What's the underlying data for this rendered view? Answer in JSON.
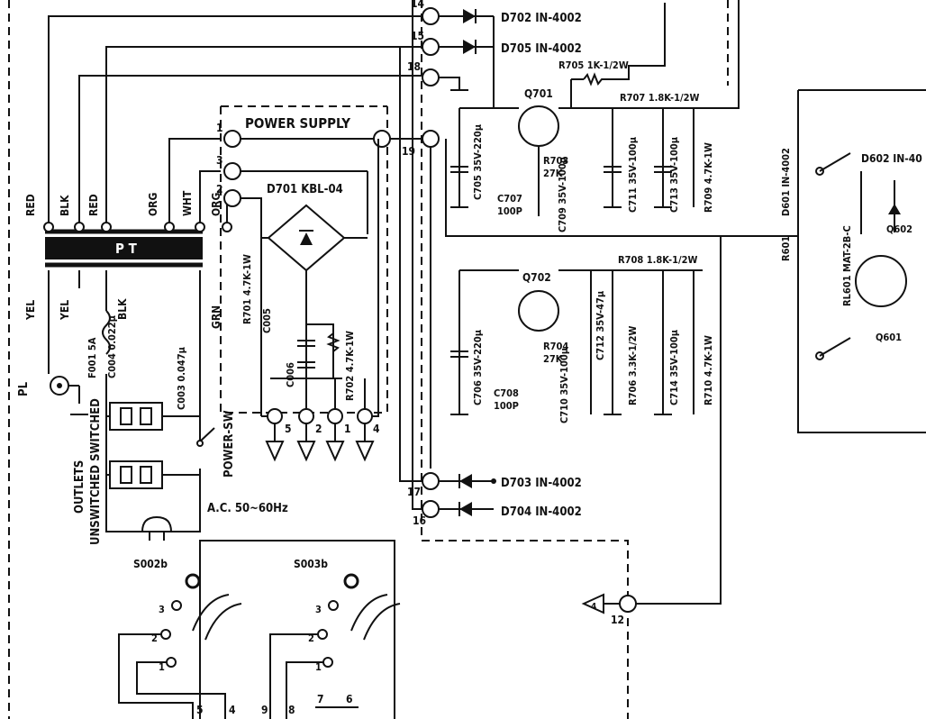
{
  "blocks": {
    "power_supply": "POWER SUPPLY",
    "transformer": "P T",
    "ac_note": "A.C. 50~60Hz",
    "power_sw": "POWER-SW",
    "outlets": "OUTLETS",
    "switch_types": "UNSWITCHED SWITCHED",
    "pilot_lamp": "PL"
  },
  "wire_colors": [
    "RED",
    "BLK",
    "RED",
    "ORG",
    "WHT",
    "ORG",
    "YEL",
    "YEL",
    "BLK",
    "GRN"
  ],
  "terminals": [
    "14",
    "15",
    "18",
    "1",
    "3",
    "2",
    "19",
    "17",
    "16",
    "12",
    "5",
    "5",
    "4",
    "4"
  ],
  "components": {
    "d702": "D702 IN-4002",
    "d705": "D705 IN-4002",
    "d703": "D703 IN-4002",
    "d704": "D704 IN-4002",
    "d701": "D701 KBL-04",
    "q701": "Q701",
    "q702": "Q702",
    "r705": "R705 1K-1/2W",
    "r707": "R707 1.8K-1/2W",
    "r708": "R708 1.8K-1/2W",
    "r703a": "R703",
    "r703b": "27K",
    "r704a": "R704",
    "r704b": "27K",
    "c705": "C705 35V-220µ",
    "c706": "C706 35V-220µ",
    "c707a": "C707",
    "c707b": "100P",
    "c708a": "C708",
    "c708b": "100P",
    "c709": "C709 35V-100µ",
    "c710": "C710 35V-100µ",
    "c711": "C711 35V-100µ",
    "c713": "C713 35V-100µ",
    "r709": "R709 4.7K-1W",
    "c712": "C712 35V-47µ",
    "r706": "R706 3.3K-1/2W",
    "c714": "C714 35V-100µ",
    "r710": "R710 4.7K-1W",
    "r701": "R701 4.7K-1W",
    "c005": "C005",
    "c006": "C006",
    "r702": "R702 4.7K-1W",
    "f001": "F001 5A",
    "c004": "C004 0.022µ",
    "c003": "C003 0.047µ",
    "d601": "D601 IN-4002",
    "d602": "D602 IN-40",
    "rl601": "RL601 MAT-2B-C",
    "r601": "R601",
    "q601": "Q601",
    "q602": "Q602",
    "s002b": "S002b",
    "s003b": "S003b"
  },
  "connectors": [
    "5",
    "2",
    "1",
    "4",
    "4"
  ],
  "switch_positions": [
    "3",
    "2",
    "1",
    "3",
    "2",
    "1"
  ],
  "bottom_pins": [
    "5",
    "4",
    "9",
    "8",
    "7",
    "6"
  ]
}
